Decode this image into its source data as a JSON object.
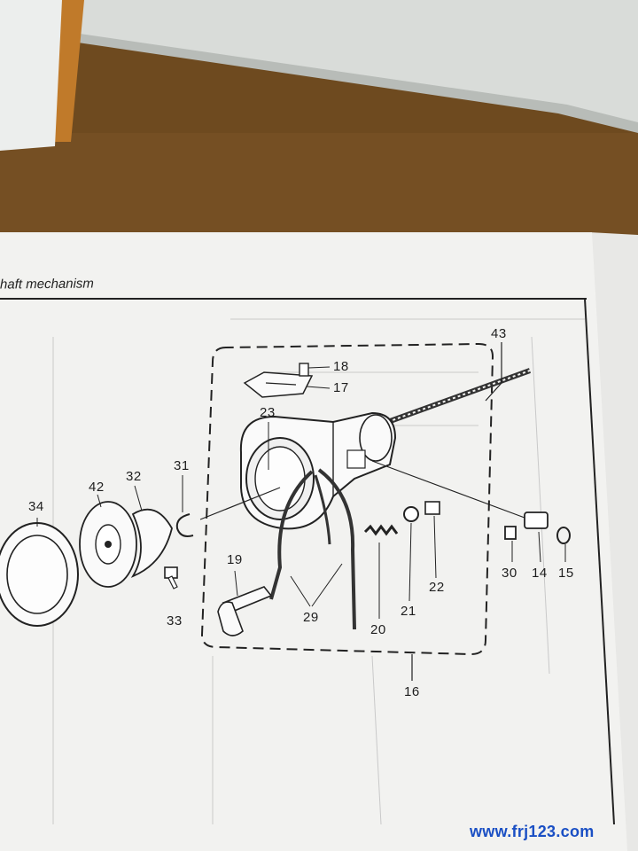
{
  "page": {
    "section_title": "haft mechanism",
    "watermark": "www.frj123.com"
  },
  "diagram": {
    "labels": [
      {
        "id": "43",
        "text": "43"
      },
      {
        "id": "18",
        "text": "18"
      },
      {
        "id": "17",
        "text": "17"
      },
      {
        "id": "23",
        "text": "23"
      },
      {
        "id": "31",
        "text": "31"
      },
      {
        "id": "32",
        "text": "32"
      },
      {
        "id": "42",
        "text": "42"
      },
      {
        "id": "34",
        "text": "34"
      },
      {
        "id": "19",
        "text": "19"
      },
      {
        "id": "33",
        "text": "33"
      },
      {
        "id": "29",
        "text": "29"
      },
      {
        "id": "20",
        "text": "20"
      },
      {
        "id": "21",
        "text": "21"
      },
      {
        "id": "22",
        "text": "22"
      },
      {
        "id": "30",
        "text": "30"
      },
      {
        "id": "14",
        "text": "14"
      },
      {
        "id": "15",
        "text": "15"
      },
      {
        "id": "16",
        "text": "16"
      }
    ]
  }
}
